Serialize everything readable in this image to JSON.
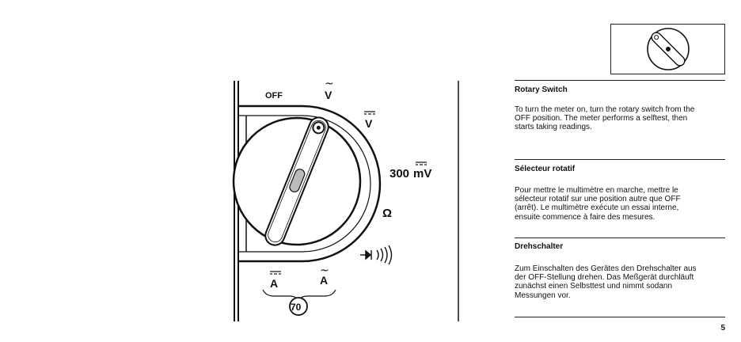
{
  "dial": {
    "off_label": "OFF",
    "ac_volt_label": "V",
    "dc_volt_label": "V",
    "mv_value": "300",
    "mv_unit": "mV",
    "ohm_label": "Ω",
    "diode_beep_label": "⟶|— ))))",
    "dc_amp_label": "A",
    "ac_amp_label": "A",
    "figure_number": "70"
  },
  "sections": [
    {
      "title": "Rotary Switch",
      "lines": [
        "To turn the meter on, turn the rotary switch from the",
        "OFF position. The meter performs a selftest, then",
        "starts taking readings."
      ]
    },
    {
      "title": "Sélecteur rotatif",
      "lines": [
        "Pour mettre le multimètre en marche, mettre le",
        "sélecteur rotatif sur une position autre que OFF",
        "(arrêt).  Le multimètre exécute un essai interne,",
        "ensuite commence à faire des mesures."
      ]
    },
    {
      "title": "Drehschalter",
      "lines": [
        "Zum Einschalten des Gerätes den Drehschalter aus",
        "der OFF-Stellung drehen. Das Meßgerät durchläuft",
        "zunächst einen Selbsttest und nimmt sodann",
        "Messungen vor."
      ]
    }
  ],
  "page_number": "5"
}
